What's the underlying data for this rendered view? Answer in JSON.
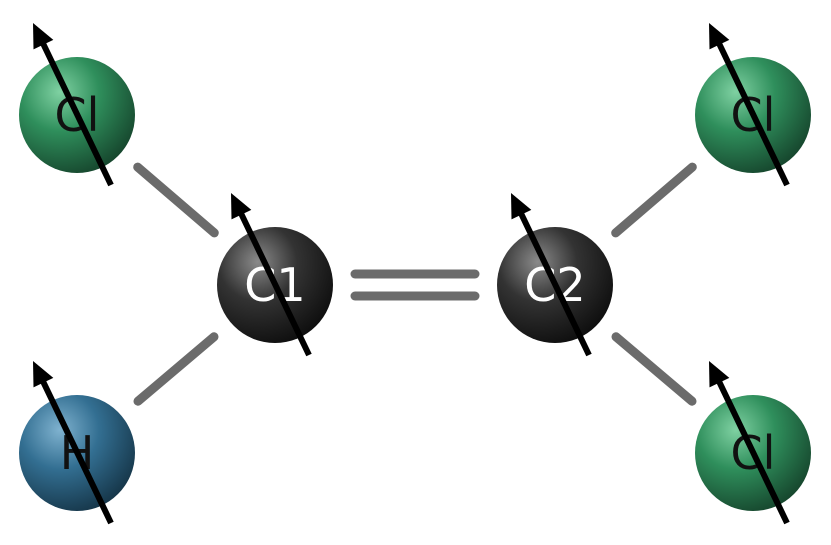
{
  "atoms": [
    {
      "id": "cl-top-left",
      "label": "Cl",
      "element": "Cl",
      "color": "#2e8b57"
    },
    {
      "id": "h-bottom-left",
      "label": "H",
      "element": "H",
      "color": "#2f6f8f"
    },
    {
      "id": "c1",
      "label": "C1",
      "element": "C",
      "color": "#2b2b2b"
    },
    {
      "id": "c2",
      "label": "C2",
      "element": "C",
      "color": "#2b2b2b"
    },
    {
      "id": "cl-top-right",
      "label": "Cl",
      "element": "Cl",
      "color": "#2e8b57"
    },
    {
      "id": "cl-bottom-right",
      "label": "Cl",
      "element": "Cl",
      "color": "#2e8b57"
    }
  ],
  "bonds": [
    {
      "from": "cl-top-left",
      "to": "c1",
      "order": 1
    },
    {
      "from": "h-bottom-left",
      "to": "c1",
      "order": 1
    },
    {
      "from": "c1",
      "to": "c2",
      "order": 2
    },
    {
      "from": "c2",
      "to": "cl-top-right",
      "order": 1
    },
    {
      "from": "c2",
      "to": "cl-bottom-right",
      "order": 1
    }
  ],
  "colors": {
    "bond": "#6b6b6b",
    "arrow": "#000000",
    "label_light": "#ffffff",
    "label_dark": "#111111"
  },
  "arrow_icon": "up-left-arrow"
}
